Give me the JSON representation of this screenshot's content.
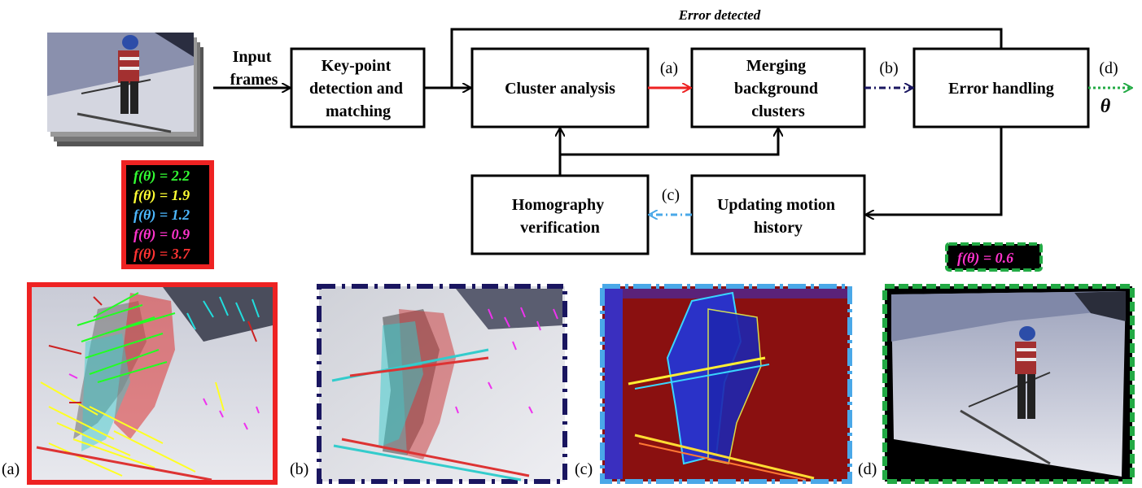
{
  "diagram": {
    "nodes": {
      "input_label": [
        "Input",
        "frames"
      ],
      "keypoint": [
        "Key-point",
        "detection and",
        "matching"
      ],
      "cluster": [
        "Cluster analysis"
      ],
      "merging": [
        "Merging",
        "background",
        "clusters"
      ],
      "error_handling": [
        "Error handling"
      ],
      "homography": [
        "Homography",
        "verification"
      ],
      "updating": [
        "Updating motion",
        "history"
      ]
    },
    "edge_labels": {
      "error_detected": "Error detected",
      "a": "(a)",
      "b": "(b)",
      "c": "(c)",
      "d": "(d)",
      "theta": "θ"
    },
    "scores_box": [
      {
        "text": "f(θ) = 2.2",
        "color": "#33ff33"
      },
      {
        "text": "f(θ) = 1.9",
        "color": "#ffff33"
      },
      {
        "text": "f(θ) = 1.2",
        "color": "#4db8ff"
      },
      {
        "text": "f(θ) = 0.9",
        "color": "#ff33cc"
      },
      {
        "text": "f(θ) = 3.7",
        "color": "#ff3333"
      }
    ],
    "final_score": {
      "text": "f(θ) = 0.6",
      "color": "#ff33cc"
    },
    "panel_labels": [
      "(a)",
      "(b)",
      "(c)",
      "(d)"
    ]
  },
  "colors": {
    "red": "#ee2222",
    "navy": "#1a1660",
    "light_blue": "#4aa8e8",
    "green": "#22aa44"
  }
}
